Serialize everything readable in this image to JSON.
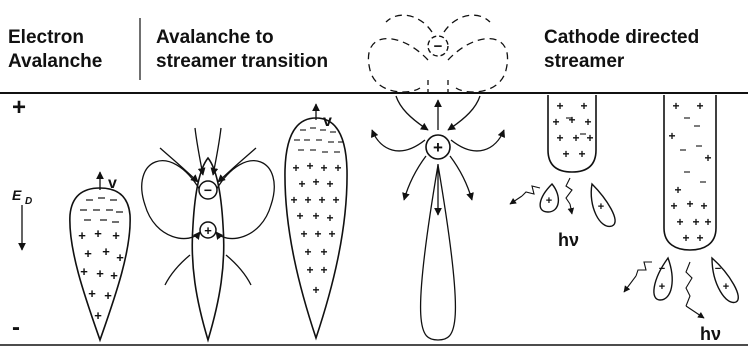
{
  "headers": {
    "col1_line1": "Electron",
    "col1_line2": "Avalanche",
    "col2_line1": "Avalanche to",
    "col2_line2": "streamer transition",
    "col4_line1": "Cathode directed",
    "col4_line2": "streamer"
  },
  "anode_label": "+",
  "cathode_label": "-",
  "field_label": "E",
  "field_subscript": "D",
  "velocity_label": "v",
  "photon_label": "hν",
  "charge_negative": "−",
  "charge_positive": "+"
}
